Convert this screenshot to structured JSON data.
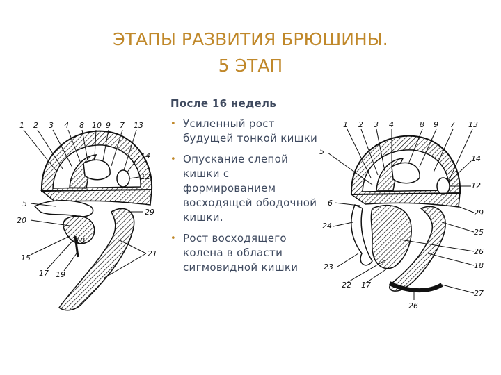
{
  "slide": {
    "title_line1": "ЭТАПЫ РАЗВИТИЯ  БРЮШИНЫ.",
    "title_line2": "5 ЭТАП",
    "heading": "После 16 недель",
    "bullets": [
      "Усиленный рост будущей тонкой кишки",
      "Опускание слепой кишки с формированием восходящей ободочной кишки.",
      "Рост восходящего колена в области сигмовидной кишки"
    ]
  },
  "figure_left": {
    "labels": [
      "1",
      "2",
      "3",
      "4",
      "8",
      "10",
      "9",
      "7",
      "13",
      "14",
      "12",
      "5",
      "20",
      "29",
      "18",
      "15",
      "17",
      "19",
      "21"
    ]
  },
  "figure_right": {
    "labels": [
      "1",
      "2",
      "3",
      "4",
      "8",
      "9",
      "7",
      "13",
      "5",
      "14",
      "12",
      "6",
      "29",
      "24",
      "25",
      "26",
      "23",
      "18",
      "22",
      "17",
      "27",
      "26"
    ]
  }
}
